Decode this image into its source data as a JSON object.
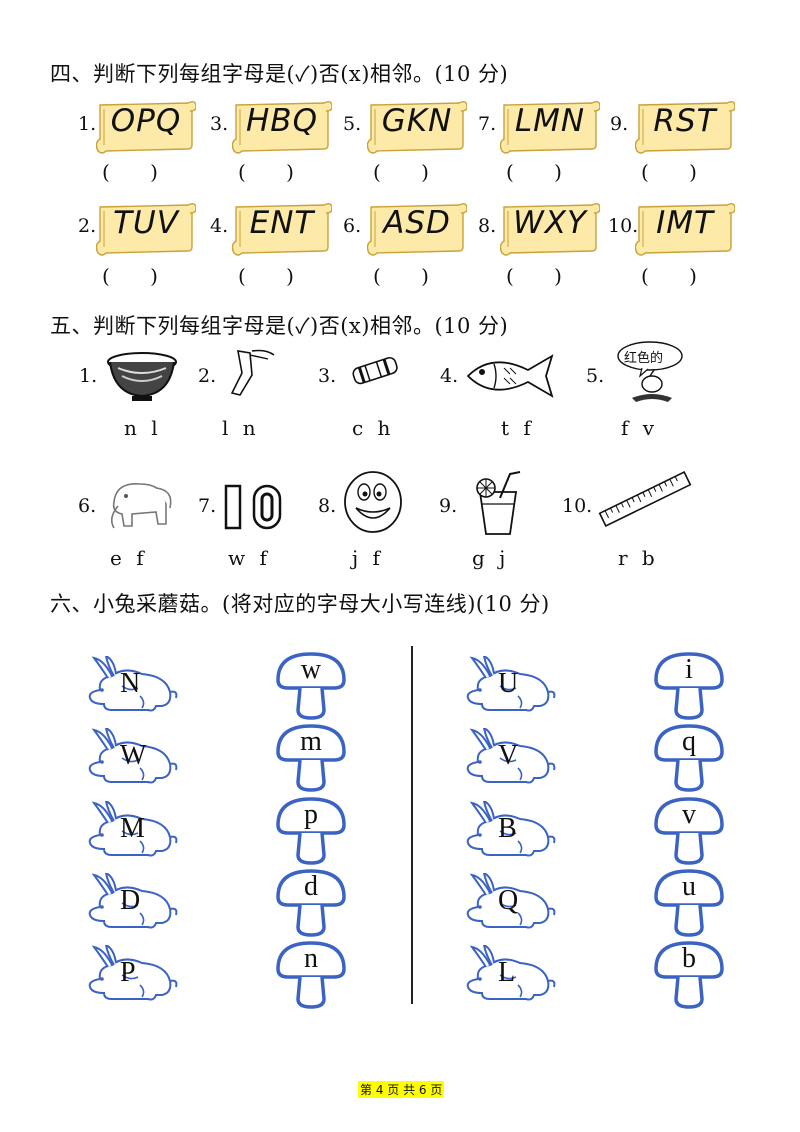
{
  "section4": {
    "heading": "四、判断下列每组字母是(✓)否(x)相邻。(10 分)",
    "items": [
      {
        "num": "1.",
        "letters": "OPQ"
      },
      {
        "num": "3.",
        "letters": "HBQ"
      },
      {
        "num": "5.",
        "letters": "GKN"
      },
      {
        "num": "7.",
        "letters": "LMN"
      },
      {
        "num": "9.",
        "letters": "RST"
      },
      {
        "num": "2.",
        "letters": "TUV"
      },
      {
        "num": "4.",
        "letters": "ENT"
      },
      {
        "num": "6.",
        "letters": "ASD"
      },
      {
        "num": "8.",
        "letters": "WXY"
      },
      {
        "num": "10.",
        "letters": "IMT"
      }
    ],
    "paren": "( )"
  },
  "section5": {
    "heading": "五、判断下列每组字母是(✓)否(x)相邻。(10 分)",
    "items": [
      {
        "num": "1.",
        "icon": "bowl-icon",
        "options": "n l"
      },
      {
        "num": "2.",
        "icon": "leg-icon",
        "options": "l n"
      },
      {
        "num": "3.",
        "icon": "crayon-icon",
        "options": "c h"
      },
      {
        "num": "4.",
        "icon": "fish-icon",
        "options": "t f"
      },
      {
        "num": "5.",
        "icon": "red-color-icon",
        "options": "f v",
        "bubble": "红色的"
      },
      {
        "num": "6.",
        "icon": "elephant-icon",
        "options": "e f"
      },
      {
        "num": "7.",
        "icon": "number-ten-icon",
        "options": "w f"
      },
      {
        "num": "8.",
        "icon": "face-icon",
        "options": "j f"
      },
      {
        "num": "9.",
        "icon": "juice-icon",
        "options": "g j"
      },
      {
        "num": "10.",
        "icon": "ruler-icon",
        "options": "r b"
      }
    ]
  },
  "section6": {
    "heading": "六、小兔采蘑菇。(将对应的字母大小写连线)(10 分)",
    "left_rabbits": [
      "N",
      "W",
      "M",
      "D",
      "P"
    ],
    "left_mushrooms": [
      "w",
      "m",
      "p",
      "d",
      "n"
    ],
    "right_rabbits": [
      "U",
      "V",
      "B",
      "Q",
      "L"
    ],
    "right_mushrooms": [
      "i",
      "q",
      "v",
      "u",
      "b"
    ]
  },
  "footer": "第 4 页 共 6 页",
  "colors": {
    "scroll": "#fde9a8",
    "scroll_border": "#c9a23a",
    "outline_blue": "#3b63c4"
  }
}
